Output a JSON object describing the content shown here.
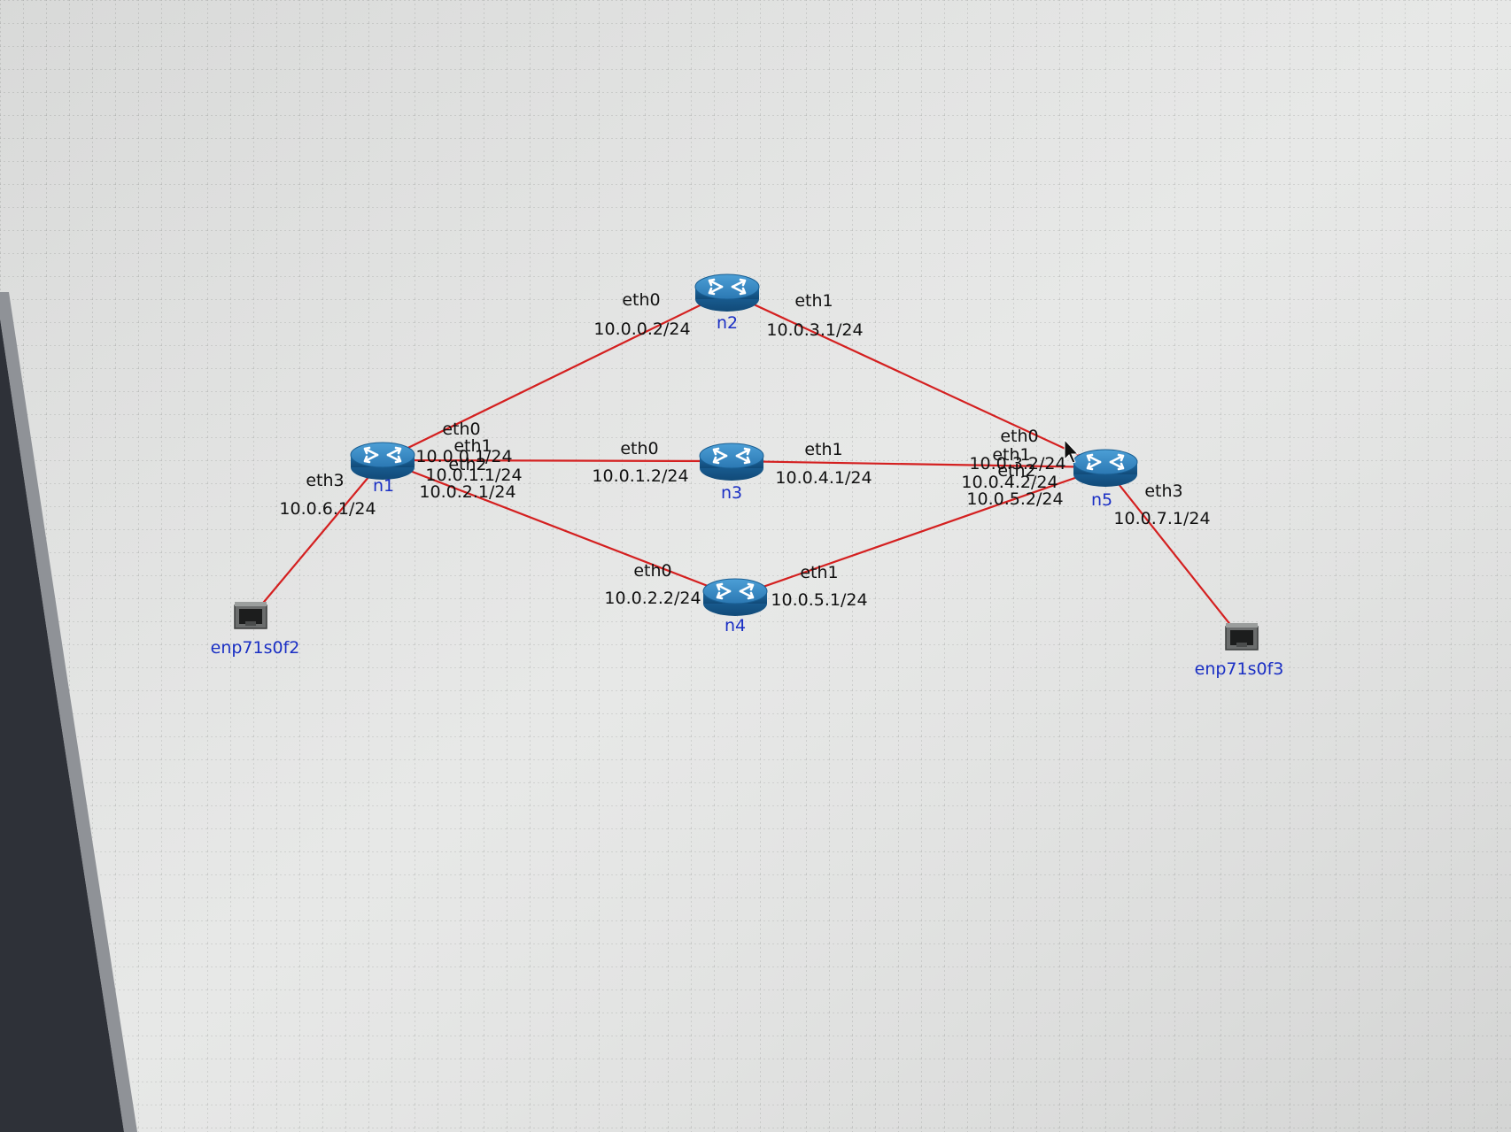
{
  "canvas": {
    "background_color": "#e8e9e8",
    "grid": true,
    "link_color": "#d42020",
    "node_label_color": "#1a2fc4",
    "iface_text_color": "#111111"
  },
  "nodes": [
    {
      "id": "n1",
      "label": "n1",
      "type": "router",
      "icon": "router-icon"
    },
    {
      "id": "n2",
      "label": "n2",
      "type": "router",
      "icon": "router-icon"
    },
    {
      "id": "n3",
      "label": "n3",
      "type": "router",
      "icon": "router-icon"
    },
    {
      "id": "n4",
      "label": "n4",
      "type": "router",
      "icon": "router-icon"
    },
    {
      "id": "n5",
      "label": "n5",
      "type": "router",
      "icon": "router-icon"
    },
    {
      "id": "enp71s0f2",
      "label": "enp71s0f2",
      "type": "rj45",
      "icon": "ethernet-port-icon"
    },
    {
      "id": "enp71s0f3",
      "label": "enp71s0f3",
      "type": "rj45",
      "icon": "ethernet-port-icon"
    }
  ],
  "links": [
    {
      "a": "n1",
      "b": "n2",
      "a_iface": "eth0",
      "a_ip": "10.0.0.1/24",
      "b_iface": "eth0",
      "b_ip": "10.0.0.2/24"
    },
    {
      "a": "n1",
      "b": "n3",
      "a_iface": "eth1",
      "a_ip": "10.0.1.1/24",
      "b_iface": "eth0",
      "b_ip": "10.0.1.2/24"
    },
    {
      "a": "n1",
      "b": "n4",
      "a_iface": "eth2",
      "a_ip": "10.0.2.1/24",
      "b_iface": "eth0",
      "b_ip": "10.0.2.2/24"
    },
    {
      "a": "n2",
      "b": "n5",
      "a_iface": "eth1",
      "a_ip": "10.0.3.1/24",
      "b_iface": "eth0",
      "b_ip": "10.0.3.2/24"
    },
    {
      "a": "n3",
      "b": "n5",
      "a_iface": "eth1",
      "a_ip": "10.0.4.1/24",
      "b_iface": "eth1",
      "b_ip": "10.0.4.2/24"
    },
    {
      "a": "n4",
      "b": "n5",
      "a_iface": "eth1",
      "a_ip": "10.0.5.1/24",
      "b_iface": "eth2",
      "b_ip": "10.0.5.2/24"
    },
    {
      "a": "n1",
      "b": "enp71s0f2",
      "a_iface": "eth3",
      "a_ip": "10.0.6.1/24",
      "b_iface": "",
      "b_ip": ""
    },
    {
      "a": "n5",
      "b": "enp71s0f3",
      "a_iface": "eth3",
      "a_ip": "10.0.7.1/24",
      "b_iface": "",
      "b_ip": ""
    }
  ]
}
